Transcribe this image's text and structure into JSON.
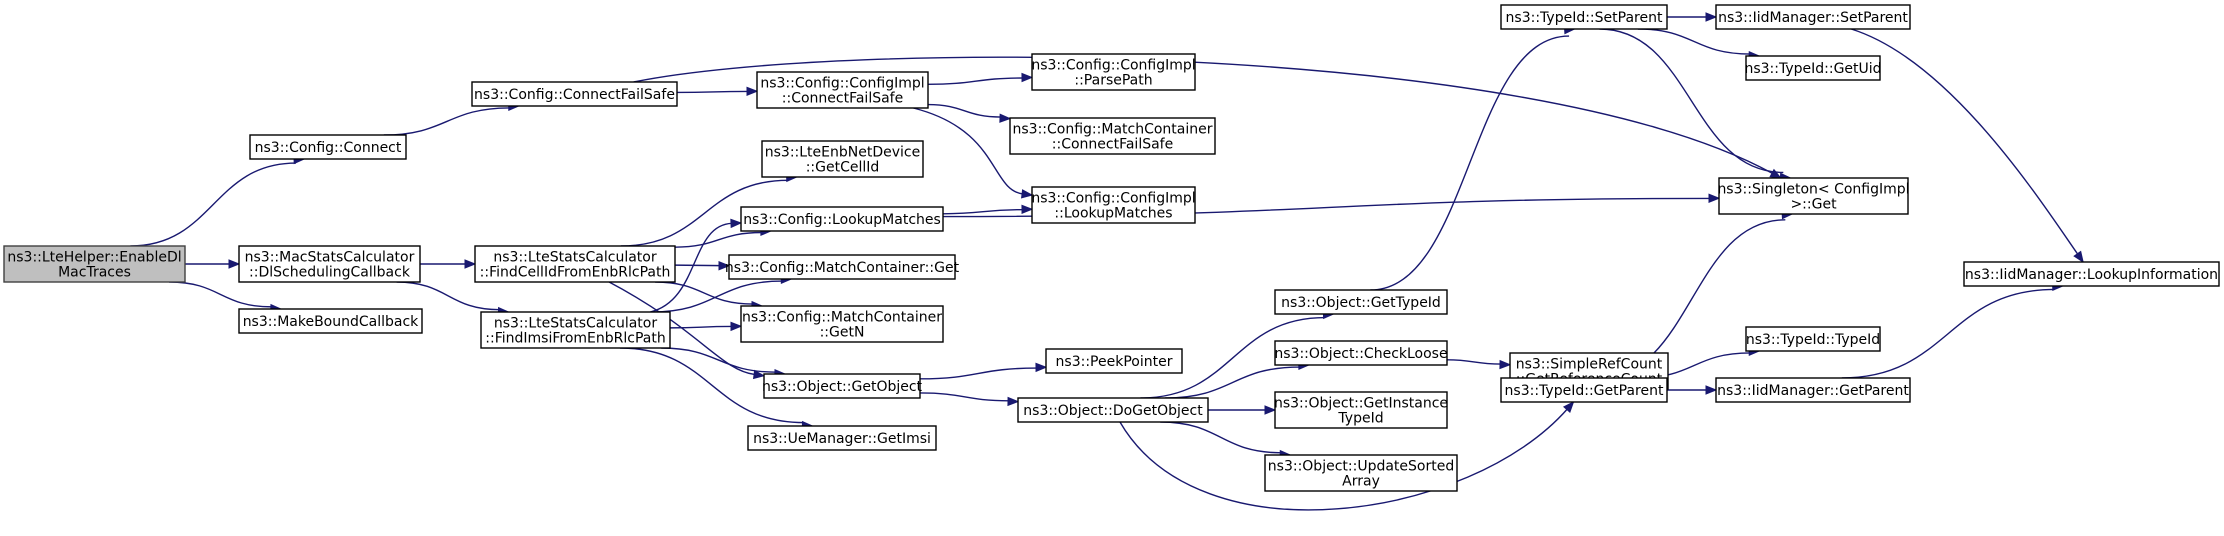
{
  "nodes": [
    {
      "id": "root",
      "lines": [
        "ns3::LteHelper::EnableDl",
        "MacTraces"
      ],
      "root": true
    },
    {
      "id": "connect",
      "lines": [
        "ns3::Config::Connect"
      ]
    },
    {
      "id": "macstats",
      "lines": [
        "ns3::MacStatsCalculator",
        "::DlSchedulingCallback"
      ]
    },
    {
      "id": "makebound",
      "lines": [
        "ns3::MakeBoundCallback"
      ]
    },
    {
      "id": "connectfailsafe",
      "lines": [
        "ns3::Config::ConnectFailSafe"
      ]
    },
    {
      "id": "findcellid",
      "lines": [
        "ns3::LteStatsCalculator",
        "::FindCellIdFromEnbRlcPath"
      ]
    },
    {
      "id": "findimsi",
      "lines": [
        "ns3::LteStatsCalculator",
        "::FindImsiFromEnbRlcPath"
      ]
    },
    {
      "id": "configimpl_cfs",
      "lines": [
        "ns3::Config::ConfigImpl",
        "::ConnectFailSafe"
      ]
    },
    {
      "id": "getcellid",
      "lines": [
        "ns3::LteEnbNetDevice",
        "::GetCellId"
      ]
    },
    {
      "id": "lookupmatches",
      "lines": [
        "ns3::Config::LookupMatches"
      ]
    },
    {
      "id": "mc_get",
      "lines": [
        "ns3::Config::MatchContainer::Get"
      ]
    },
    {
      "id": "mc_getn",
      "lines": [
        "ns3::Config::MatchContainer",
        "::GetN"
      ]
    },
    {
      "id": "getobject",
      "lines": [
        "ns3::Object::GetObject"
      ]
    },
    {
      "id": "getimsi",
      "lines": [
        "ns3::UeManager::GetImsi"
      ]
    },
    {
      "id": "parsepath",
      "lines": [
        "ns3::Config::ConfigImpl",
        "::ParsePath"
      ]
    },
    {
      "id": "mc_cfs",
      "lines": [
        "ns3::Config::MatchContainer",
        "::ConnectFailSafe"
      ]
    },
    {
      "id": "configimpl_lm",
      "lines": [
        "ns3::Config::ConfigImpl",
        "::LookupMatches"
      ]
    },
    {
      "id": "peekpointer",
      "lines": [
        "ns3::PeekPointer"
      ]
    },
    {
      "id": "dogetobject",
      "lines": [
        "ns3::Object::DoGetObject"
      ]
    },
    {
      "id": "gettypeid",
      "lines": [
        "ns3::Object::GetTypeId"
      ]
    },
    {
      "id": "checkloose",
      "lines": [
        "ns3::Object::CheckLoose"
      ]
    },
    {
      "id": "getinstancetypeid",
      "lines": [
        "ns3::Object::GetInstance",
        "TypeId"
      ]
    },
    {
      "id": "updatesorted",
      "lines": [
        "ns3::Object::UpdateSorted",
        "Array"
      ]
    },
    {
      "id": "getrefcount",
      "lines": [
        "ns3::SimpleRefCount",
        "::GetReferenceCount"
      ]
    },
    {
      "id": "tid_setparent",
      "lines": [
        "ns3::TypeId::SetParent"
      ]
    },
    {
      "id": "tid_getparent",
      "lines": [
        "ns3::TypeId::GetParent"
      ]
    },
    {
      "id": "iid_setparent",
      "lines": [
        "ns3::IidManager::SetParent"
      ]
    },
    {
      "id": "tid_getuid",
      "lines": [
        "ns3::TypeId::GetUid"
      ]
    },
    {
      "id": "singleton",
      "lines": [
        "ns3::Singleton< ConfigImpl",
        " >::Get"
      ]
    },
    {
      "id": "tid_typeid",
      "lines": [
        "ns3::TypeId::TypeId"
      ]
    },
    {
      "id": "iid_getparent",
      "lines": [
        "ns3::IidManager::GetParent"
      ]
    },
    {
      "id": "iid_lookup",
      "lines": [
        "ns3::IidManager::LookupInformation"
      ]
    }
  ],
  "edges": [
    {
      "from": "root",
      "to": "connect"
    },
    {
      "from": "root",
      "to": "macstats"
    },
    {
      "from": "root",
      "to": "makebound"
    },
    {
      "from": "connect",
      "to": "connectfailsafe"
    },
    {
      "from": "connectfailsafe",
      "to": "configimpl_cfs"
    },
    {
      "from": "connectfailsafe",
      "to": "singleton"
    },
    {
      "from": "macstats",
      "to": "findcellid"
    },
    {
      "from": "macstats",
      "to": "findimsi"
    },
    {
      "from": "configimpl_cfs",
      "to": "parsepath"
    },
    {
      "from": "configimpl_cfs",
      "to": "mc_cfs"
    },
    {
      "from": "configimpl_cfs",
      "to": "configimpl_lm"
    },
    {
      "from": "findcellid",
      "to": "getcellid"
    },
    {
      "from": "findcellid",
      "to": "lookupmatches"
    },
    {
      "from": "findcellid",
      "to": "mc_get"
    },
    {
      "from": "findcellid",
      "to": "mc_getn"
    },
    {
      "from": "findcellid",
      "to": "getobject"
    },
    {
      "from": "findimsi",
      "to": "lookupmatches"
    },
    {
      "from": "findimsi",
      "to": "mc_get"
    },
    {
      "from": "findimsi",
      "to": "mc_getn"
    },
    {
      "from": "findimsi",
      "to": "getobject"
    },
    {
      "from": "findimsi",
      "to": "getimsi"
    },
    {
      "from": "lookupmatches",
      "to": "configimpl_lm"
    },
    {
      "from": "lookupmatches",
      "to": "singleton"
    },
    {
      "from": "getobject",
      "to": "peekpointer"
    },
    {
      "from": "getobject",
      "to": "dogetobject"
    },
    {
      "from": "dogetobject",
      "to": "gettypeid"
    },
    {
      "from": "dogetobject",
      "to": "checkloose"
    },
    {
      "from": "dogetobject",
      "to": "getinstancetypeid"
    },
    {
      "from": "dogetobject",
      "to": "updatesorted"
    },
    {
      "from": "dogetobject",
      "to": "tid_getparent"
    },
    {
      "from": "gettypeid",
      "to": "tid_setparent"
    },
    {
      "from": "checkloose",
      "to": "getrefcount"
    },
    {
      "from": "tid_setparent",
      "to": "iid_setparent"
    },
    {
      "from": "tid_setparent",
      "to": "tid_getuid"
    },
    {
      "from": "tid_setparent",
      "to": "singleton"
    },
    {
      "from": "tid_getparent",
      "to": "singleton"
    },
    {
      "from": "tid_getparent",
      "to": "tid_typeid"
    },
    {
      "from": "tid_getparent",
      "to": "iid_getparent"
    },
    {
      "from": "iid_setparent",
      "to": "iid_lookup"
    },
    {
      "from": "iid_getparent",
      "to": "iid_lookup"
    }
  ]
}
